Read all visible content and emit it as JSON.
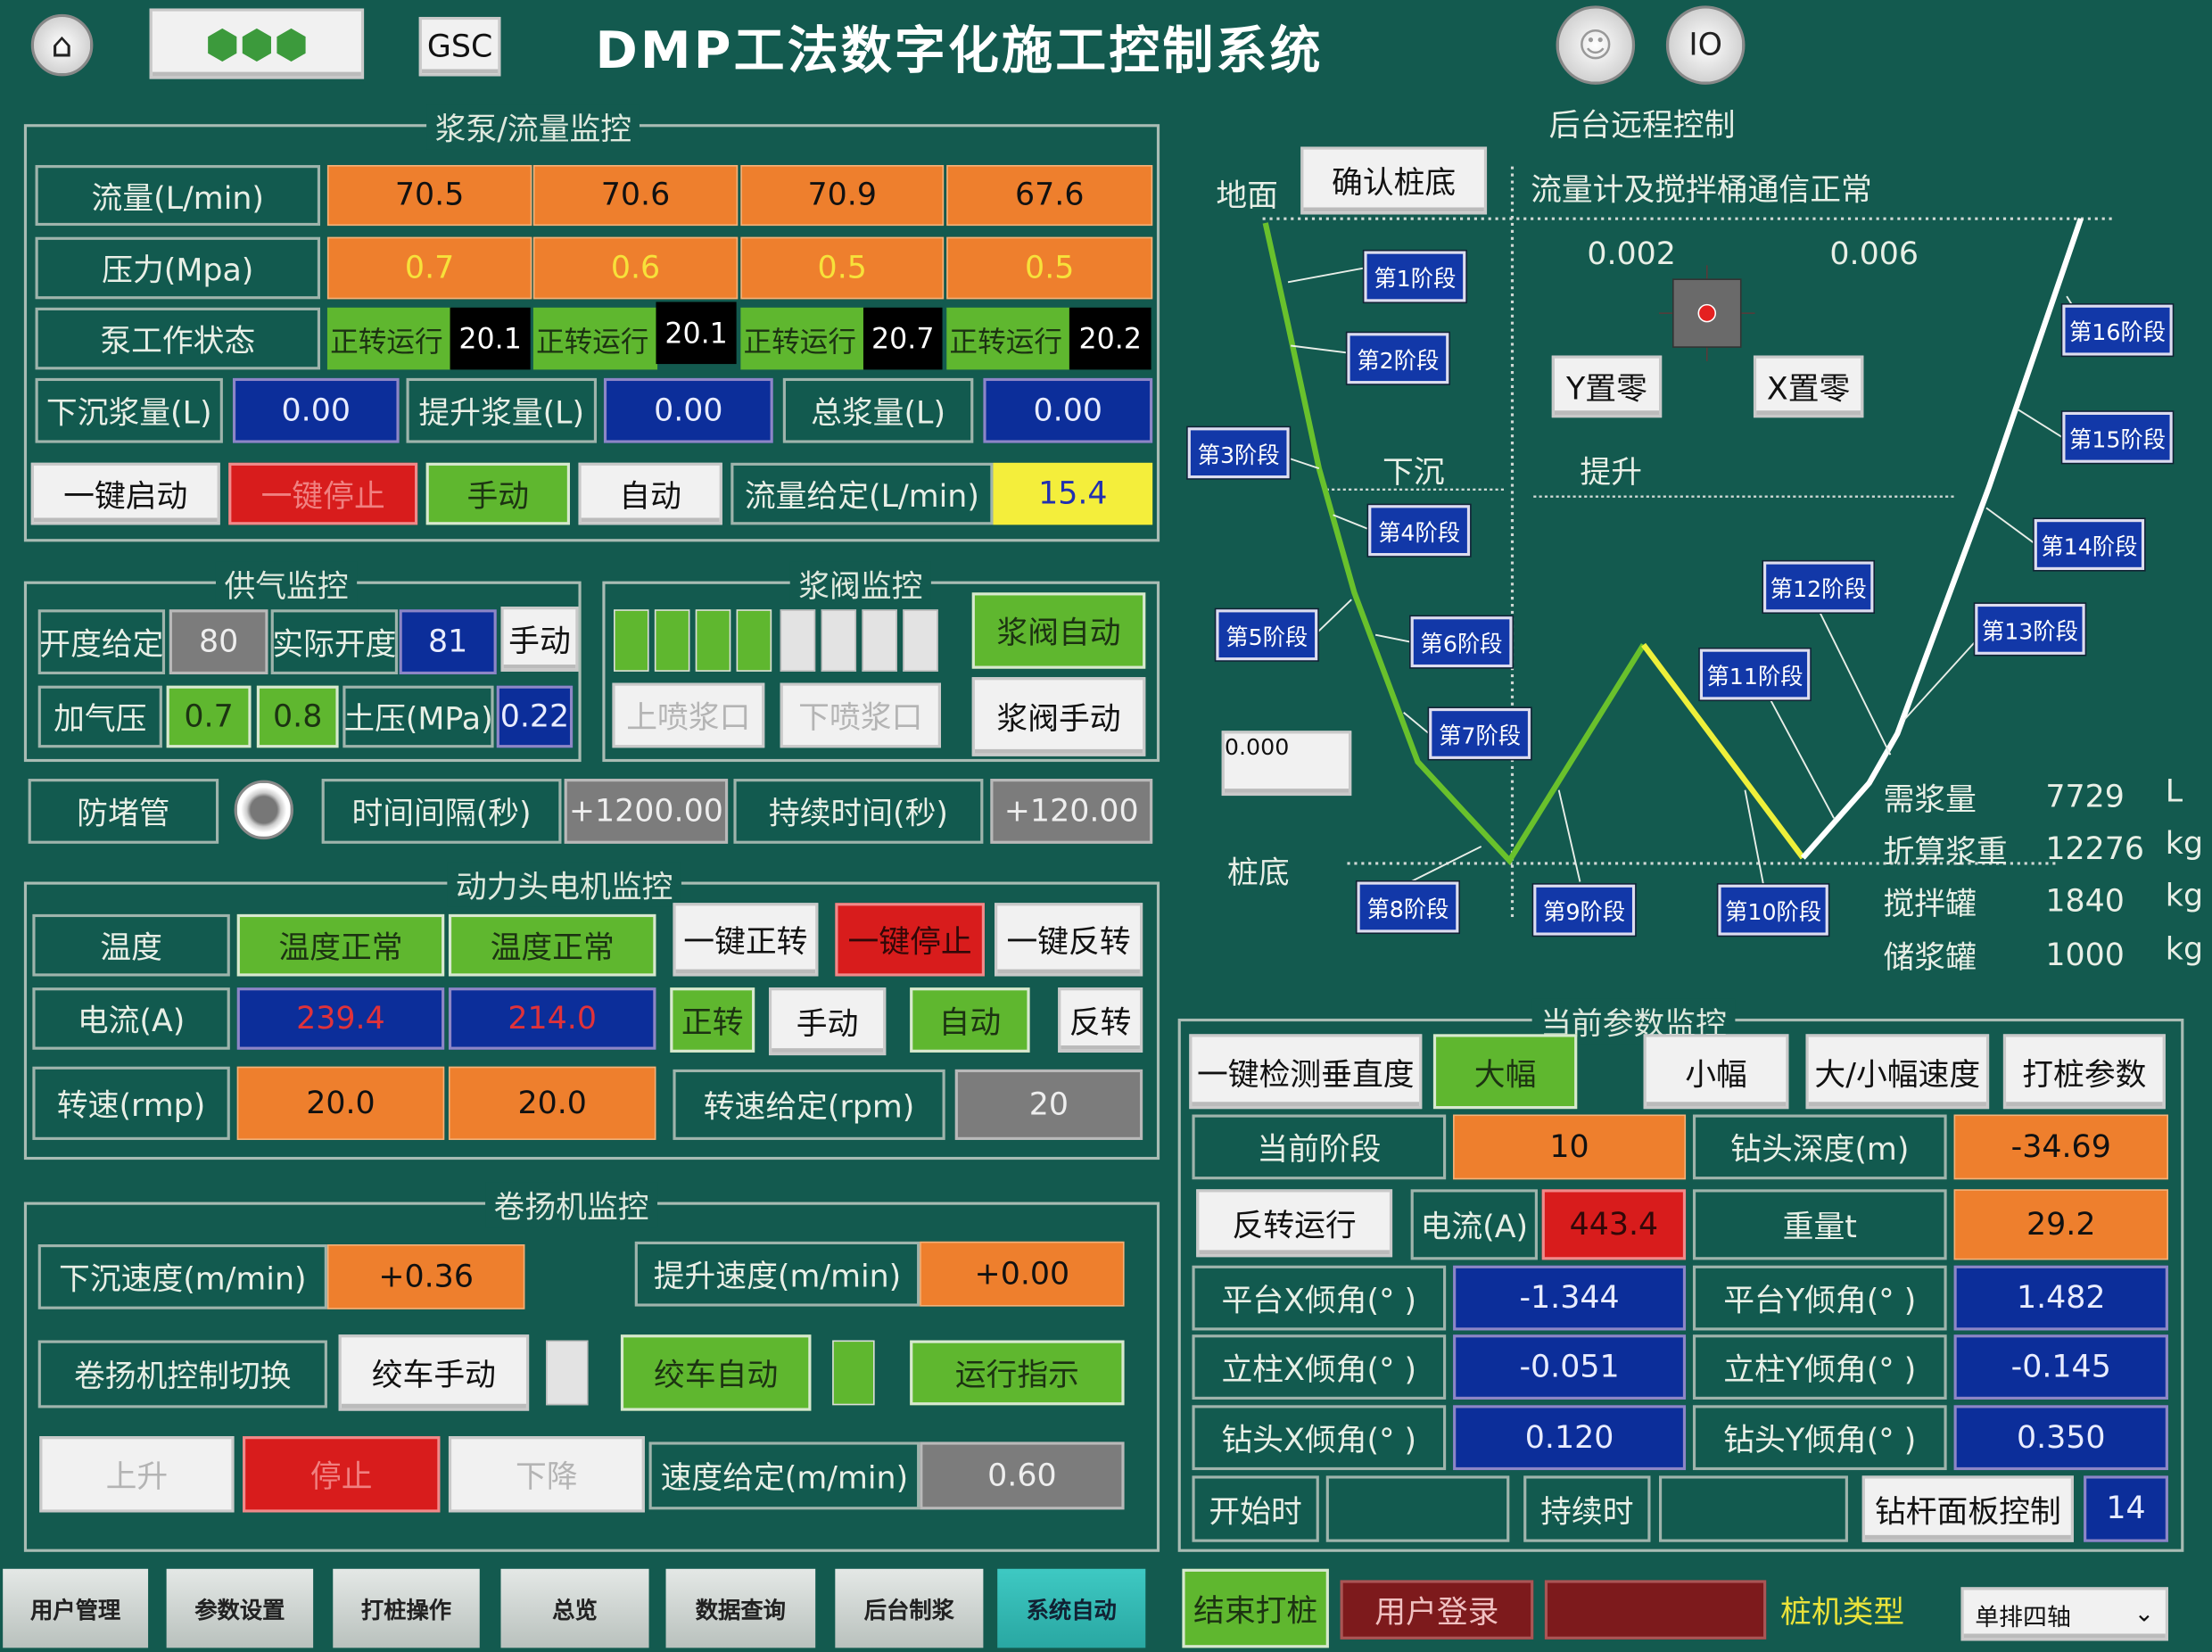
{
  "header": {
    "home_icon": "home-icon",
    "logo_text": "logo",
    "gsc": "GSC",
    "title": "DMP工法数字化施工控制系统",
    "person_icon": "operator-icon",
    "io": "IO",
    "remote": "后台远程控制"
  },
  "pump": {
    "title": "浆泵/流量监控",
    "flow_label": "流量(L/min)",
    "flow": [
      "70.5",
      "70.6",
      "70.9",
      "67.6"
    ],
    "pressure_label": "压力(Mpa)",
    "pressure": [
      "0.7",
      "0.6",
      "0.5",
      "0.5"
    ],
    "status_label": "泵工作状态",
    "status": [
      "正转运行",
      "正转运行",
      "正转运行",
      "正转运行"
    ],
    "status_values": [
      "20.1",
      "20.1",
      "20.7",
      "20.2"
    ],
    "sink_label": "下沉浆量(L)",
    "sink": "0.00",
    "lift_label": "提升浆量(L)",
    "lift": "0.00",
    "total_label": "总浆量(L)",
    "total": "0.00",
    "start": "一键启动",
    "stop": "一键停止",
    "manual": "手动",
    "auto": "自动",
    "setpoint_label": "流量给定(L/min)",
    "setpoint": "15.4"
  },
  "air": {
    "title": "供气监控",
    "open_set_label": "开度给定",
    "open_set": "80",
    "open_actual_label": "实际开度",
    "open_actual": "81",
    "manual": "手动",
    "pressure_label": "加气压",
    "pressure": [
      "0.7",
      "0.8"
    ],
    "soil_label": "土压(MPa)",
    "soil": "0.22"
  },
  "valve": {
    "title": "浆阀监控",
    "upper": "上喷浆口",
    "lower": "下喷浆口",
    "auto": "浆阀自动",
    "manual": "浆阀手动",
    "indicators": [
      1,
      1,
      1,
      1,
      0,
      0,
      0,
      0
    ]
  },
  "anti": {
    "label": "防堵管",
    "interval_label": "时间间隔(秒)",
    "interval": "+1200.00",
    "duration_label": "持续时间(秒)",
    "duration": "+120.00"
  },
  "motor": {
    "title": "动力头电机监控",
    "temp_label": "温度",
    "temp": [
      "温度正常",
      "温度正常"
    ],
    "fwd_all": "一键正转",
    "stop_all": "一键停止",
    "rev_all": "一键反转",
    "current_label": "电流(A)",
    "current": [
      "239.4",
      "214.0"
    ],
    "fwd": "正转",
    "manual": "手动",
    "auto": "自动",
    "rev": "反转",
    "speed_label": "转速(rmp)",
    "speed": [
      "20.0",
      "20.0"
    ],
    "speed_set_label": "转速给定(rpm)",
    "speed_set": "20"
  },
  "winch": {
    "title": "卷扬机监控",
    "sink_label": "下沉速度(m/min)",
    "sink": "+0.36",
    "lift_label": "提升速度(m/min)",
    "lift": "+0.00",
    "switch_label": "卷扬机控制切换",
    "manual": "绞车手动",
    "auto": "绞车自动",
    "running": "运行指示",
    "up": "上升",
    "stop": "停止",
    "down": "下降",
    "speed_set_label": "速度给定(m/min)",
    "speed_set": "0.60"
  },
  "nav": [
    "用户管理",
    "参数设置",
    "打桩操作",
    "总览",
    "数据查询",
    "后台制浆",
    "系统自动"
  ],
  "diagram": {
    "ground": "地面",
    "confirm": "确认桩底",
    "comm": "流量计及搅拌桶通信正常",
    "x1": "0.002",
    "x2": "0.006",
    "yzero": "Y置零",
    "xzero": "X置零",
    "sink": "下沉",
    "lift": "提升",
    "depth_input": "0.000",
    "bottom": "桩底",
    "stages": [
      "第1阶段",
      "第2阶段",
      "第3阶段",
      "第4阶段",
      "第5阶段",
      "第6阶段",
      "第7阶段",
      "第8阶段",
      "第9阶段",
      "第10阶段",
      "第11阶段",
      "第12阶段",
      "第13阶段",
      "第14阶段",
      "第15阶段",
      "第16阶段"
    ],
    "stats": [
      {
        "label": "需浆量",
        "value": "7729",
        "unit": "L"
      },
      {
        "label": "折算浆重",
        "value": "12276",
        "unit": "kg"
      },
      {
        "label": "搅拌罐",
        "value": "1840",
        "unit": "kg"
      },
      {
        "label": "储浆罐",
        "value": "1000",
        "unit": "kg"
      }
    ]
  },
  "params": {
    "title": "当前参数监控",
    "check_vertical": "一键检测垂直度",
    "large": "大幅",
    "small": "小幅",
    "speed": "大/小幅速度",
    "pile_params": "打桩参数",
    "stage_label": "当前阶段",
    "stage": "10",
    "depth_label": "钻头深度(m)",
    "depth": "-34.69",
    "reverse": "反转运行",
    "current_label": "电流(A)",
    "current": "443.4",
    "weight_label": "重量t",
    "weight": "29.2",
    "rows": [
      {
        "l1": "平台X倾角(° )",
        "v1": "-1.344",
        "l2": "平台Y倾角(° )",
        "v2": "1.482"
      },
      {
        "l1": "立柱X倾角(° )",
        "v1": "-0.051",
        "l2": "立柱Y倾角(° )",
        "v2": "-0.145"
      },
      {
        "l1": "钻头X倾角(° )",
        "v1": "0.120",
        "l2": "钻头Y倾角(° )",
        "v2": "0.350"
      }
    ],
    "start_label": "开始时",
    "duration_label": "持续时",
    "rod_panel": "钻杆面板控制",
    "rod_value": "14"
  },
  "footer": {
    "end": "结束打桩",
    "login": "用户登录",
    "type_label": "桩机类型",
    "type_value": "单排四轴"
  }
}
